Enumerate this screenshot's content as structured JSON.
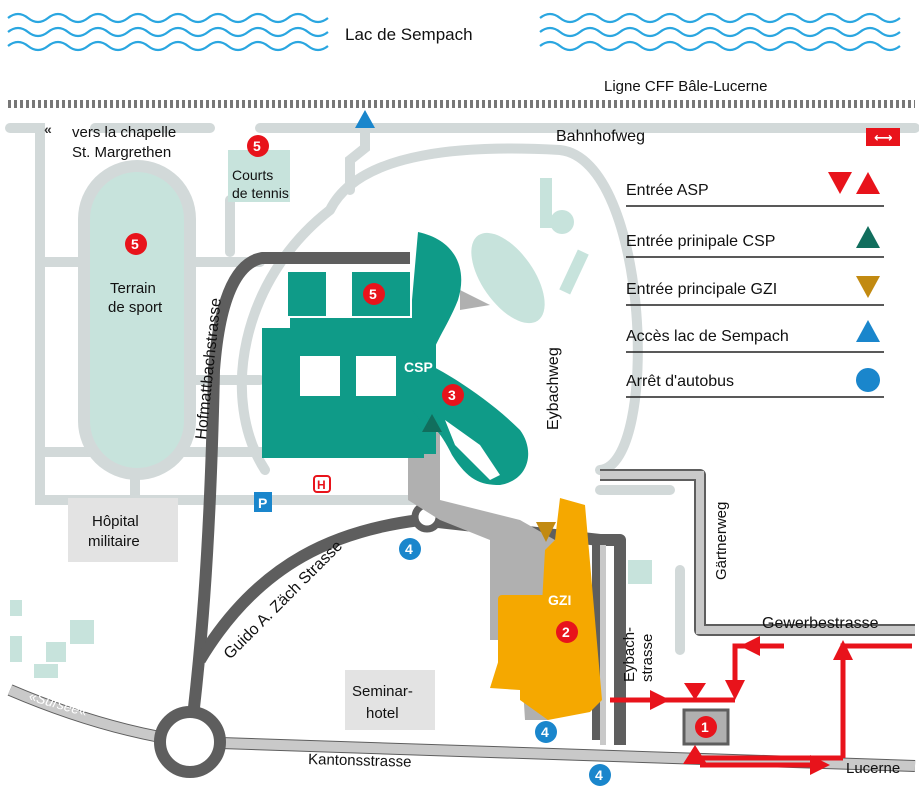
{
  "map": {
    "lake": "Lac de Sempach",
    "railway": "Ligne CFF Bâle-Lucerne",
    "chapel_line1": "vers la chapelle",
    "chapel_line2": "St. Margrethen",
    "bahnhofweg": "Bahnhofweg",
    "tennis_line1": "Courts",
    "tennis_line2": "de tennis",
    "sport_line1": "Terrain",
    "sport_line2": "de sport",
    "hofmattbachstrasse": "Hofmattbachstrasse",
    "eybachweg": "Eybachweg",
    "csp": "CSP",
    "gzi": "GZI",
    "gartnerweg": "Gärtnerweg",
    "hopital_line1": "Hôpital",
    "hopital_line2": "militaire",
    "guido": "Guido A. Zäch Strasse",
    "eybach_line1": "Eybach-",
    "eybach_line2": "strasse",
    "gewerbestrasse": "Gewerbestrasse",
    "seminar_line1": "Seminar-",
    "seminar_line2": "hotel",
    "sursee": "Sursee",
    "kantonsstrasse": "Kantonsstrasse",
    "lucerne": "Lucerne"
  },
  "markers": {
    "n1": "1",
    "n2": "2",
    "n3": "3",
    "n4": "4",
    "n5": "5"
  },
  "legend": {
    "asp": "Entrée ASP",
    "csp": "Entrée prinipale CSP",
    "gzi": "Entrée principale GZI",
    "lac": "Accès lac de Sempach",
    "bus": "Arrêt d'autobus"
  },
  "colors": {
    "water": "#2aa6e0",
    "green": "#0f9b88",
    "orange": "#f5a800",
    "red": "#e8131b",
    "dark_green": "#116e5d",
    "gold": "#c28a11",
    "blue": "#1a86cc",
    "road": "#d2d9d9",
    "gray": "#5e5e5e"
  }
}
